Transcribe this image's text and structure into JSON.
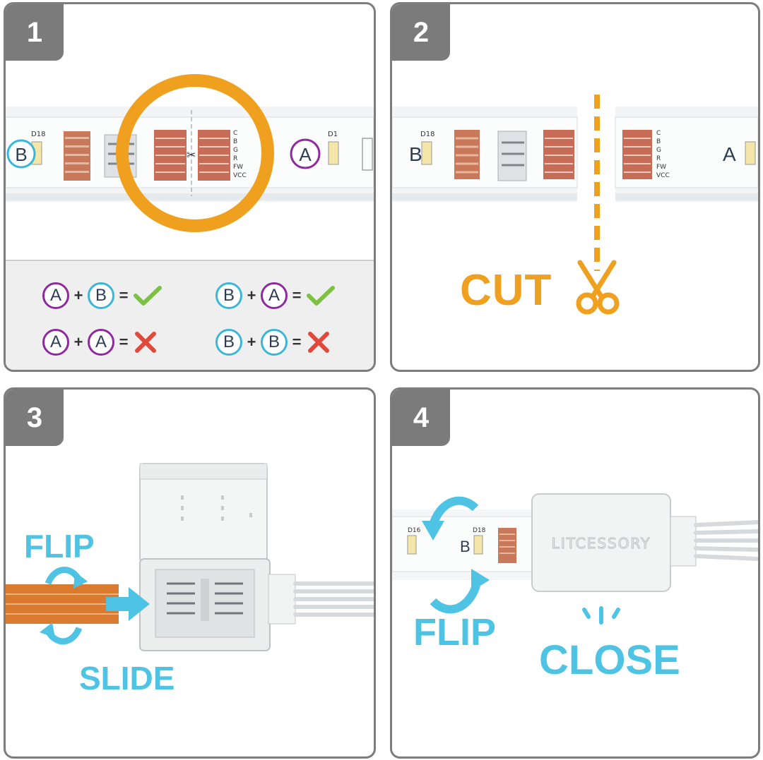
{
  "panels": [
    {
      "number": "1"
    },
    {
      "number": "2"
    },
    {
      "number": "3"
    },
    {
      "number": "4"
    }
  ],
  "strip": {
    "chip_labels": [
      "D18",
      "D1",
      "D16"
    ],
    "pad_labels": [
      "C",
      "B",
      "G",
      "R",
      "FW",
      "VCC"
    ],
    "side_a": "A",
    "side_b": "B"
  },
  "rules": [
    {
      "left": "A",
      "op": "+",
      "right": "B",
      "eq": "=",
      "ok": true
    },
    {
      "left": "B",
      "op": "+",
      "right": "A",
      "eq": "=",
      "ok": true
    },
    {
      "left": "A",
      "op": "+",
      "right": "A",
      "eq": "=",
      "ok": false
    },
    {
      "left": "B",
      "op": "+",
      "right": "B",
      "eq": "=",
      "ok": false
    }
  ],
  "labels": {
    "cut": "CUT",
    "flip": "FLIP",
    "slide": "SLIDE",
    "close": "CLOSE",
    "brand": "LITCESSORY"
  },
  "colors": {
    "orange": "#f0a01f",
    "blue": "#4fc3e4",
    "purple": "#8e2a9e",
    "green": "#7dc143",
    "red": "#e04a3c",
    "gray": "#7b7b7b"
  },
  "icons": [
    "check-icon",
    "cross-icon",
    "scissors-icon",
    "flip-arrow-icon",
    "slide-arrow-icon"
  ]
}
